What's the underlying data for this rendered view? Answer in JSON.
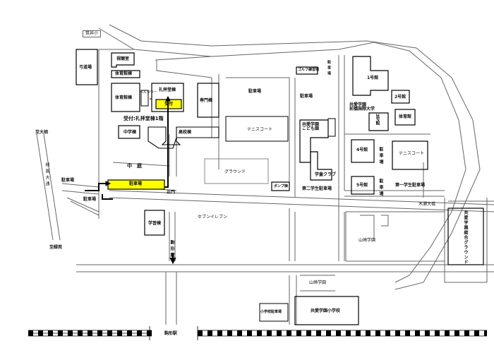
{
  "colors": {
    "highlight": "#ffff00",
    "line": "#000000"
  },
  "labels": {
    "school_top": "筑井小",
    "kyudo": "弓道場",
    "room1": "視聴室",
    "room2": "体育館棟",
    "gym": "体育館棟",
    "belltower": "ベルタワー",
    "chapel": "礼拝堂棟",
    "reception": "受付",
    "senmon": "専門棟",
    "reception_note": "受付:礼拝堂棟1階",
    "junior": "中学棟",
    "high": "高校棟",
    "courtyard": "中　庭",
    "parking_main": "駐車場",
    "main_gate": "正門",
    "study": "学習棟",
    "seven": "セブンイレブン",
    "station_dir": "駒形駅",
    "to_top": "至大胡",
    "avenue": "緑園大通",
    "to_bottom": "至緑苑",
    "park_left1": "駐車場",
    "park_left2": "駐車場",
    "park_mid": "駐車場",
    "tennis_mid": "テニスコート",
    "ground": "グラウンド",
    "pump": "ポンプ棟",
    "golf": "ゴルフ練習場",
    "park_v": "駐車場",
    "park_mid2": "駐車場",
    "kodomoen": "共愛学園\nこども園",
    "gakudo": "学童クラブ",
    "park2": "第二学生駐車場",
    "bldg1": "1号館",
    "bldg2": "2号館",
    "univ": "共愛学園\n前橋国際大学",
    "bldg3": "3号館",
    "gym_univ": "体育館",
    "bldg4": "4号館",
    "park_r1": "駐車場",
    "tennis_r": "テニスコート",
    "bldg5": "5号館",
    "park_r2": "駐車場",
    "park1": "第一学生駐車場",
    "bridge": "木瀬大橋",
    "yamazaki1": "山崎学園",
    "sports_ground": "共愛学園総合グラウンド",
    "yamazaki2": "山崎学園",
    "elem_park": "小学校駐車場",
    "elem": "共愛学園小学校",
    "station": "駒形駅"
  }
}
